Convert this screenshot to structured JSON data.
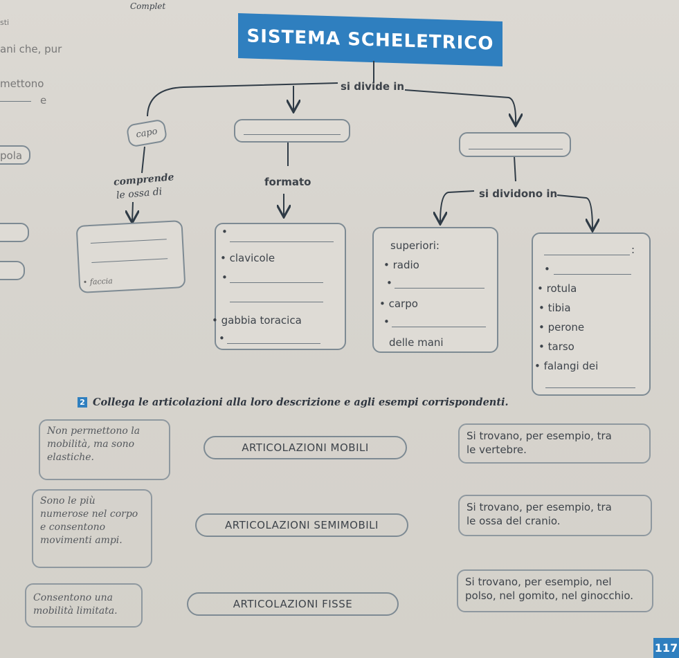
{
  "header": {
    "top_fragment": "Complet",
    "left_fragment": "sti"
  },
  "left_margin": [
    "ani che, pur",
    "mettono",
    "e",
    "pola"
  ],
  "title": "SISTEMA SCHELETRICO",
  "diagram": {
    "divides": "si divide in",
    "head_box": "capo",
    "comprende": "comprende",
    "ossa_di": "le ossa di",
    "face": "• faccia",
    "formato": "formato",
    "clavicole": "• clavicole",
    "gabbia": "• gabbia toracica",
    "divide_into": "si dividono in",
    "superiori": "superiori:",
    "radio": "• radio",
    "carpo": "• carpo",
    "delle_mani": "delle mani",
    "rotula": "• rotula",
    "tibia": "• tibia",
    "perone": "• perone",
    "tarso": "• tarso",
    "falangi": "• falangi dei",
    "colon": ":",
    "bullet": "•"
  },
  "exercise": {
    "number": "2",
    "instruction": "Collega le articolazioni alla loro descrizione e agli esempi corrispondenti.",
    "left": [
      {
        "l1": "Non permettono la",
        "l2": "mobilità, ma sono",
        "l3": "elastiche."
      },
      {
        "l1": "Sono le più",
        "l2": "numerose nel corpo",
        "l3": "e consentono",
        "l4": "movimenti ampi."
      },
      {
        "l1": "Consentono una",
        "l2": "mobilità limitata."
      }
    ],
    "center": [
      "ARTICOLAZIONI MOBILI",
      "ARTICOLAZIONI SEMIMOBILI",
      "ARTICOLAZIONI FISSE"
    ],
    "right": [
      {
        "l1": "Si trovano, per esempio, tra",
        "l2": "le vertebre."
      },
      {
        "l1": "Si trovano, per esempio, tra",
        "l2": "le ossa del cranio."
      },
      {
        "l1": "Si trovano, per esempio, nel",
        "l2": "polso, nel gomito, nel ginocchio."
      }
    ]
  },
  "page_number": "117"
}
